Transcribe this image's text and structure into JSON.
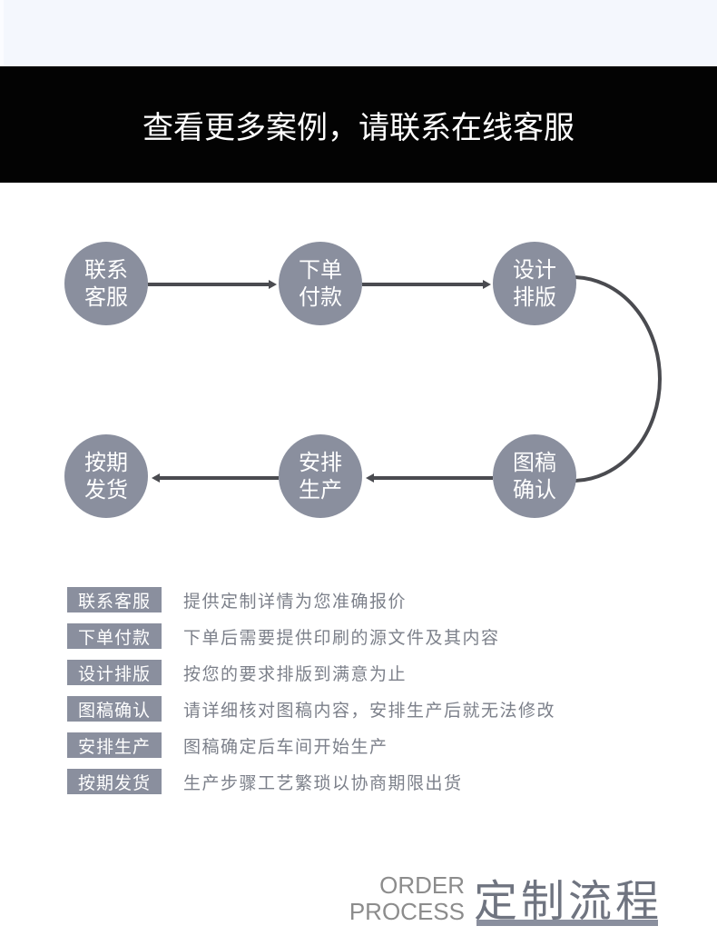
{
  "banner": {
    "text": "查看更多案例，请联系在线客服"
  },
  "flow": {
    "nodes": [
      {
        "line1": "联系",
        "line2": "客服"
      },
      {
        "line1": "下单",
        "line2": "付款"
      },
      {
        "line1": "设计",
        "line2": "排版"
      },
      {
        "line1": "图稿",
        "line2": "确认"
      },
      {
        "line1": "安排",
        "line2": "生产"
      },
      {
        "line1": "按期",
        "line2": "发货"
      }
    ],
    "colors": {
      "node": "#8a8f9e",
      "connector": "#4a4b50"
    }
  },
  "steps": [
    {
      "label": "联系客服",
      "desc": "提供定制详情为您准确报价"
    },
    {
      "label": "下单付款",
      "desc": "下单后需要提供印刷的源文件及其内容"
    },
    {
      "label": "设计排版",
      "desc": "按您的要求排版到满意为止"
    },
    {
      "label": "图稿确认",
      "desc": "请详细核对图稿内容，安排生产后就无法修改"
    },
    {
      "label": "安排生产",
      "desc": "图稿确定后车间开始生产"
    },
    {
      "label": "按期发货",
      "desc": "生产步骤工艺繁琐以协商期限出货"
    }
  ],
  "title": {
    "en_line1": "ORDER",
    "en_line2": "PROCESS",
    "cn": "定制流程"
  }
}
